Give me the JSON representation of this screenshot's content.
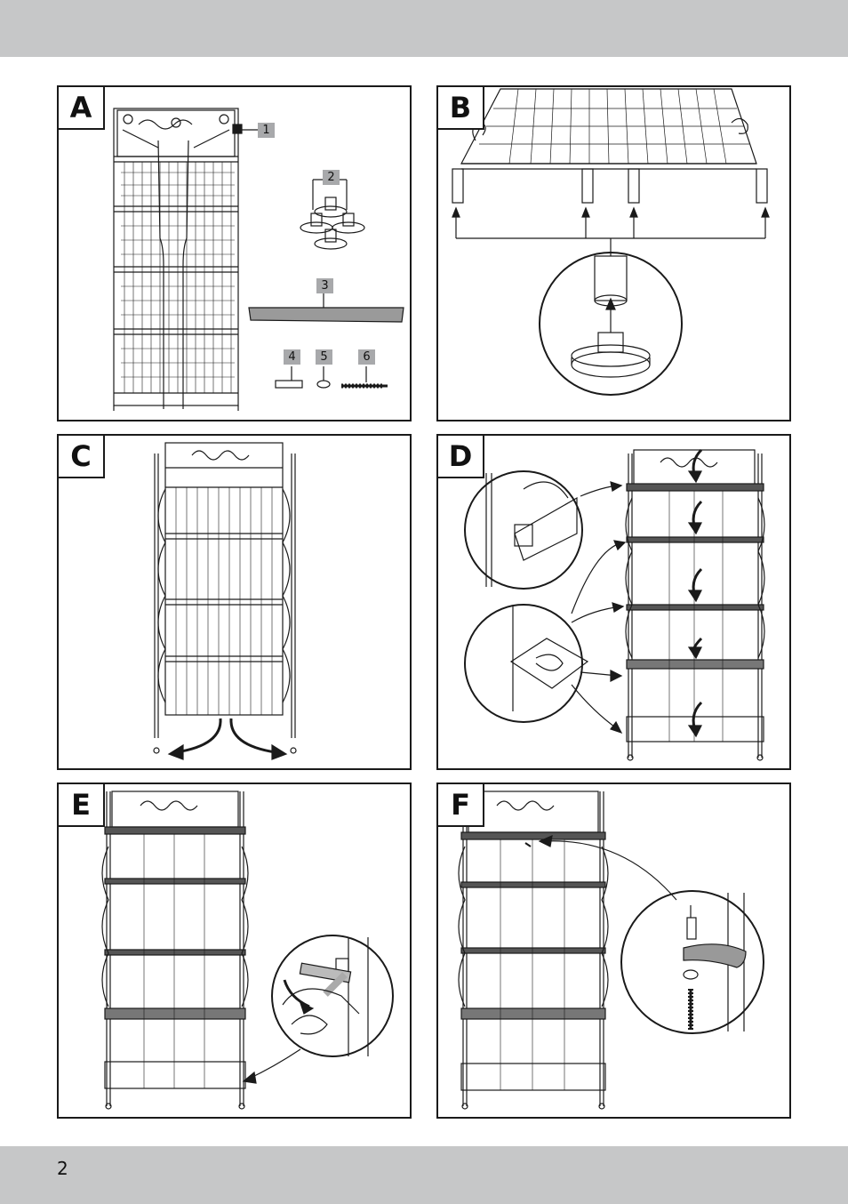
{
  "page": {
    "number": "2"
  },
  "panels": {
    "a": {
      "letter": "A",
      "callouts": [
        "1",
        "2",
        "3",
        "4",
        "5",
        "6"
      ]
    },
    "b": {
      "letter": "B"
    },
    "c": {
      "letter": "C"
    },
    "d": {
      "letter": "D"
    },
    "e": {
      "letter": "E"
    },
    "f": {
      "letter": "F"
    }
  }
}
